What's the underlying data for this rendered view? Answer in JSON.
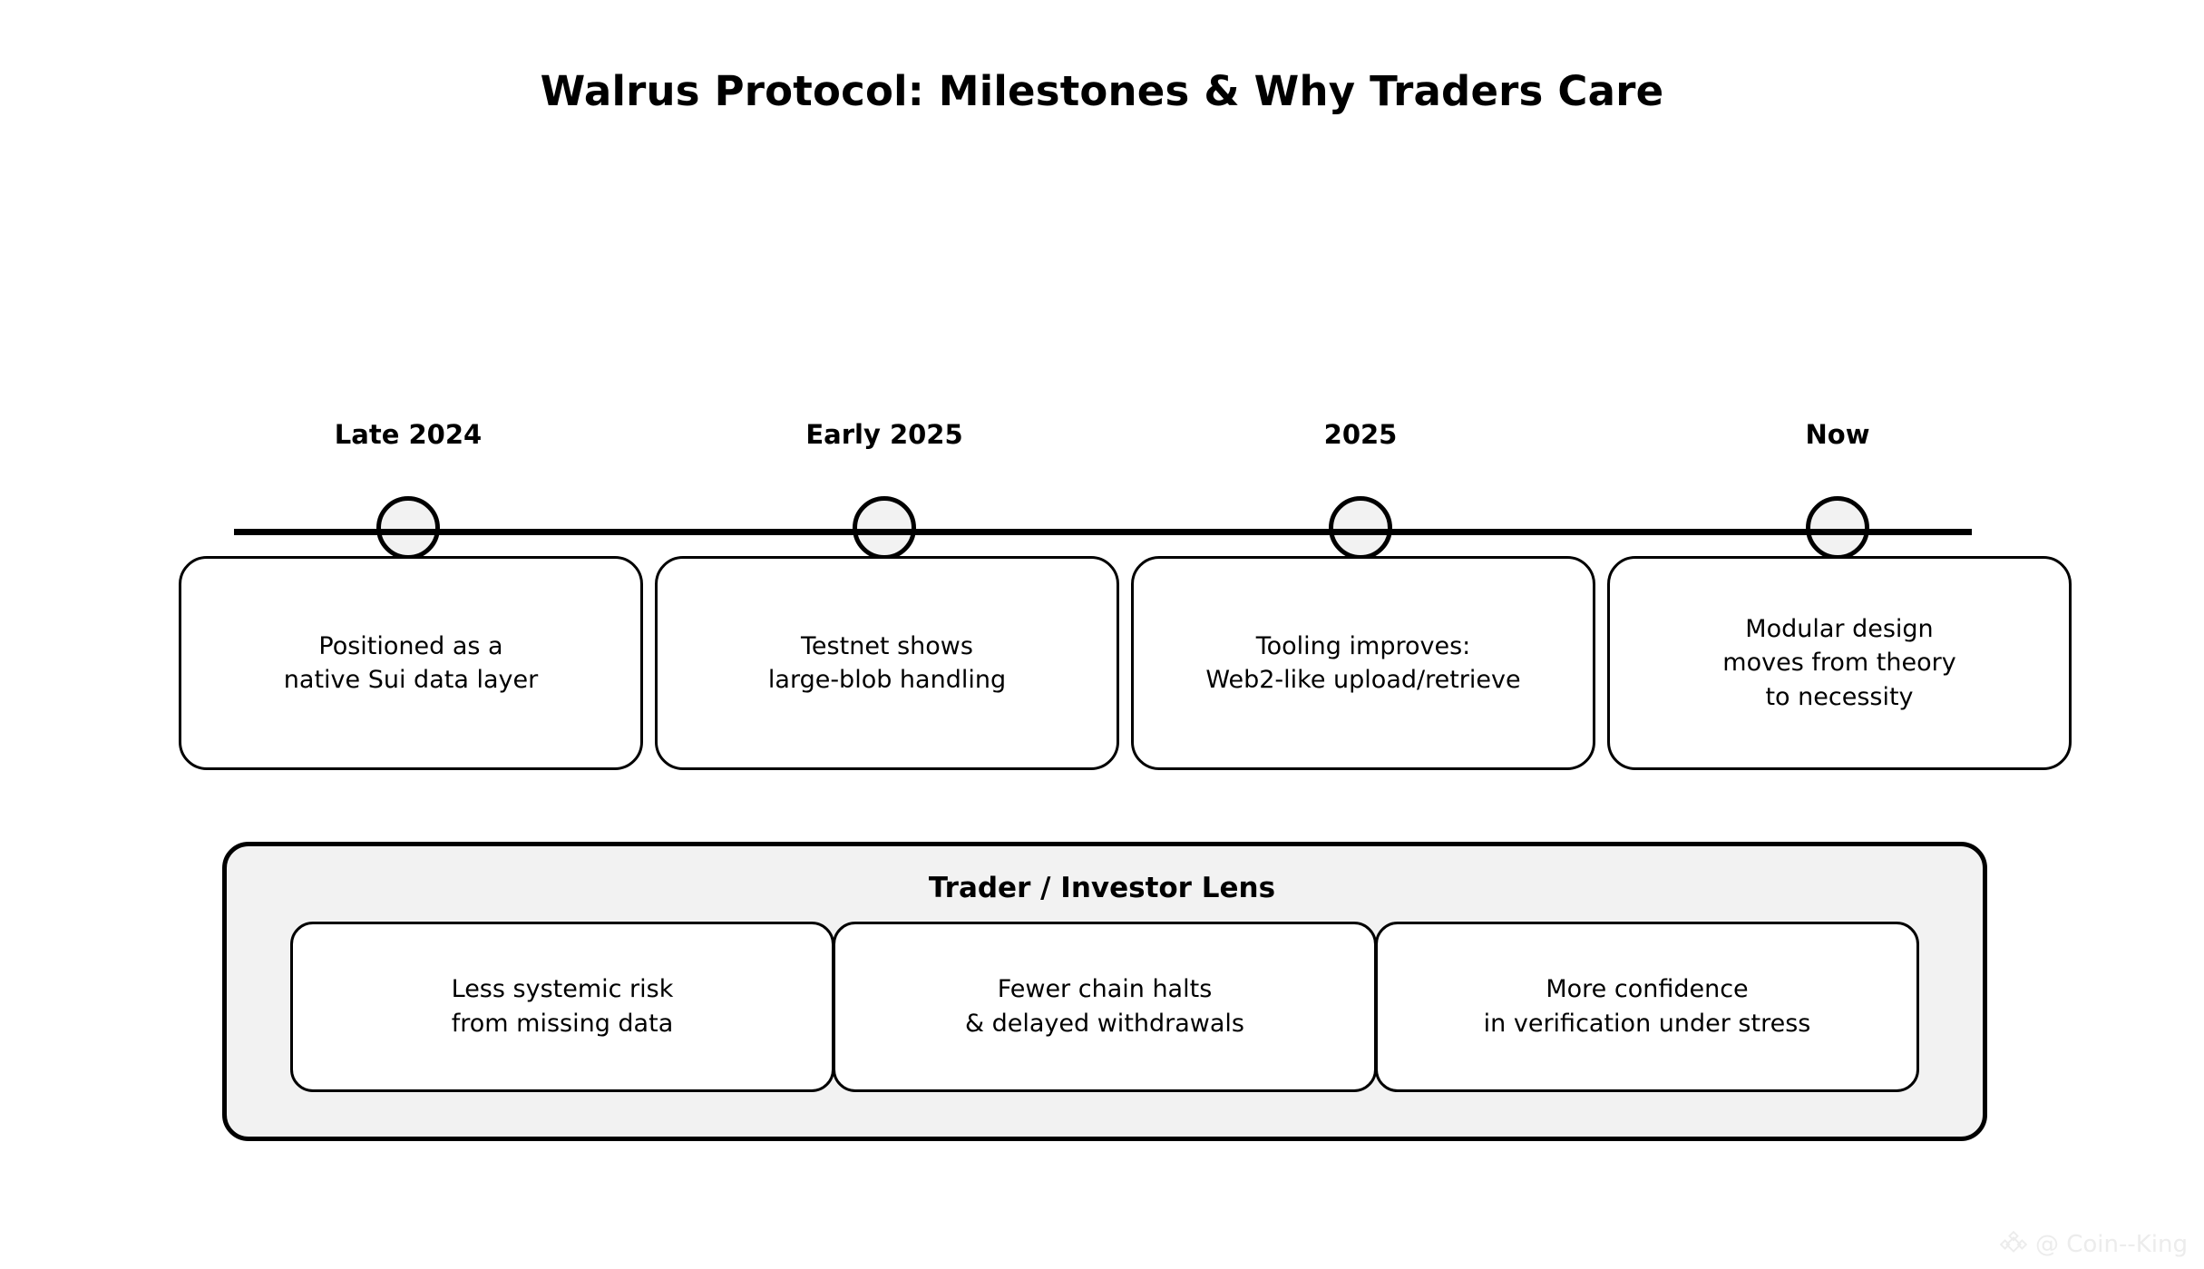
{
  "title": "Walrus Protocol: Milestones & Why Traders Care",
  "timeline": {
    "milestones": [
      {
        "label": "Late 2024",
        "text": "Positioned as a\nnative Sui data layer"
      },
      {
        "label": "Early 2025",
        "text": "Testnet shows\nlarge-blob handling"
      },
      {
        "label": "2025",
        "text": "Tooling improves:\nWeb2-like upload/retrieve"
      },
      {
        "label": "Now",
        "text": "Modular design\nmoves from theory\nto necessity"
      }
    ]
  },
  "lens": {
    "heading": "Trader / Investor Lens",
    "benefits": [
      {
        "text": "Less systemic risk\nfrom missing data"
      },
      {
        "text": "Fewer chain halts\n& delayed withdrawals"
      },
      {
        "text": "More confidence\nin verification under stress"
      }
    ]
  },
  "watermark": {
    "handle": "@ Coin--King",
    "logo_icon": "diamond-logo-icon"
  },
  "colors": {
    "background": "#ffffff",
    "ink": "#000000",
    "panel_fill": "#f2f2f2",
    "card_fill": "#ffffff",
    "watermark": "#ececec"
  }
}
